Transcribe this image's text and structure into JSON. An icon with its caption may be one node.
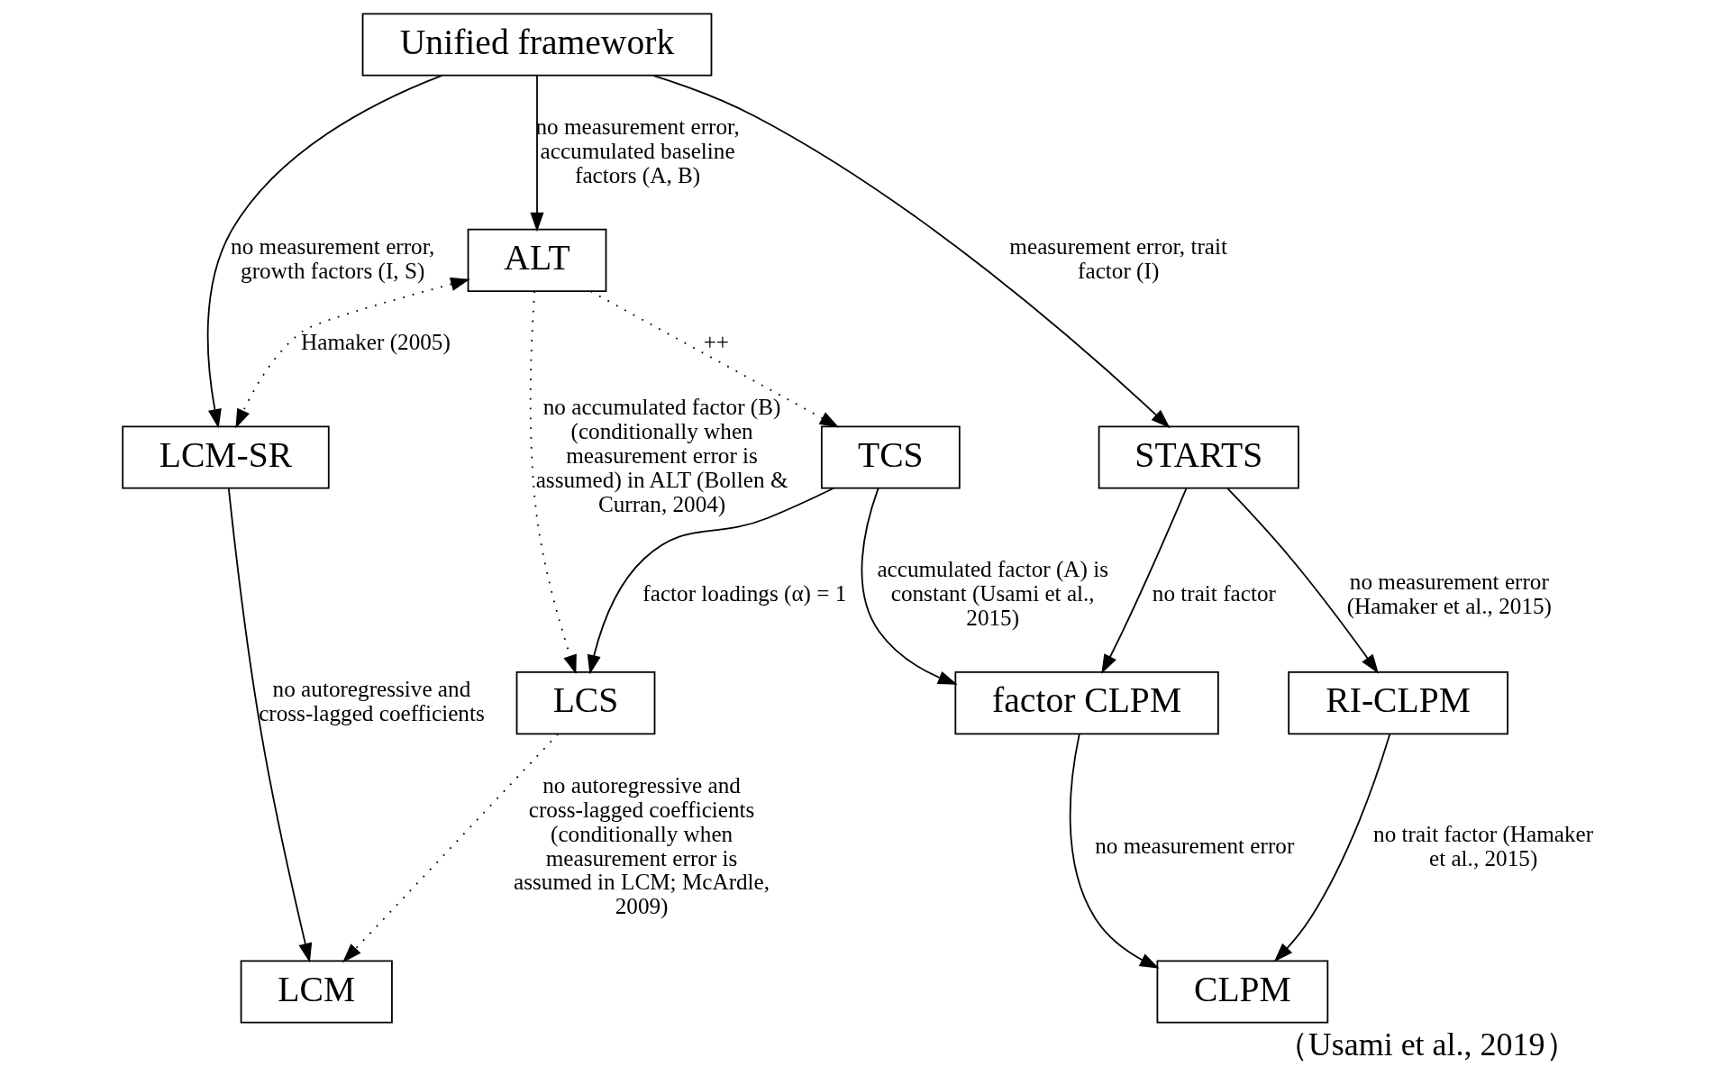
{
  "diagram": {
    "caption": "（Usami et al., 2019）",
    "nodes": [
      {
        "text": [
          "Unified framework"
        ]
      },
      {
        "text": [
          "ALT"
        ]
      },
      {
        "text": [
          "LCM-SR"
        ]
      },
      {
        "text": [
          "STARTS"
        ]
      },
      {
        "text": [
          "TCS"
        ]
      },
      {
        "text": [
          "RI-CLPM"
        ]
      },
      {
        "text": [
          "factor CLPM"
        ]
      },
      {
        "text": [
          "LCS"
        ]
      },
      {
        "text": [
          "LCM"
        ]
      },
      {
        "text": [
          "CLPM"
        ]
      }
    ],
    "edges": [
      {
        "from": 0,
        "to": 1,
        "arrow": "to",
        "label": "no measurement error, accumulated baseline factors (A, B)"
      },
      {
        "from": 0,
        "to": 2,
        "arrow": "to",
        "label": "no measurement error, growth factors (I, S)"
      },
      {
        "from": 0,
        "to": 3,
        "arrow": "to",
        "label": "measurement error, trait factor (I)"
      },
      {
        "from": 1,
        "to": 2,
        "arrow": "both",
        "style": "dashed",
        "label": "Hamaker (2005)"
      },
      {
        "from": 1,
        "to": 4,
        "arrow": "to",
        "style": "dashed",
        "label": "++"
      },
      {
        "from": 1,
        "to": 7,
        "arrow": "to",
        "style": "dashed",
        "label": "no accumulated factor (B) (conditionally when measurement error is assumed) in ALT (Bollen & Curran, 2004)"
      },
      {
        "from": 4,
        "to": 7,
        "arrow": "to",
        "label": "factor loadings (α) = 1"
      },
      {
        "from": 2,
        "to": 8,
        "arrow": "to",
        "label": "no autoregressive and cross-lagged coefficients"
      },
      {
        "from": 4,
        "to": 6,
        "arrow": "to",
        "label": "accumulated factor (A) is constant (Usami et al., 2015)"
      },
      {
        "from": 3,
        "to": 6,
        "arrow": "to",
        "label": "no trait factor"
      },
      {
        "from": 3,
        "to": 5,
        "arrow": "to",
        "label": "no measurement error (Hamaker et al., 2015)"
      },
      {
        "from": 5,
        "to": 9,
        "arrow": "to",
        "label": "no trait factor (Hamaker et al., 2015)"
      },
      {
        "from": 6,
        "to": 9,
        "arrow": "to",
        "label": "no measurement error"
      },
      {
        "from": 7,
        "to": 8,
        "arrow": "to",
        "style": "dashed",
        "label": "no autoregressive and cross-lagged coefficients (conditionally when measurement error is assumed in LCM; McArdle, 2009)"
      }
    ]
  }
}
